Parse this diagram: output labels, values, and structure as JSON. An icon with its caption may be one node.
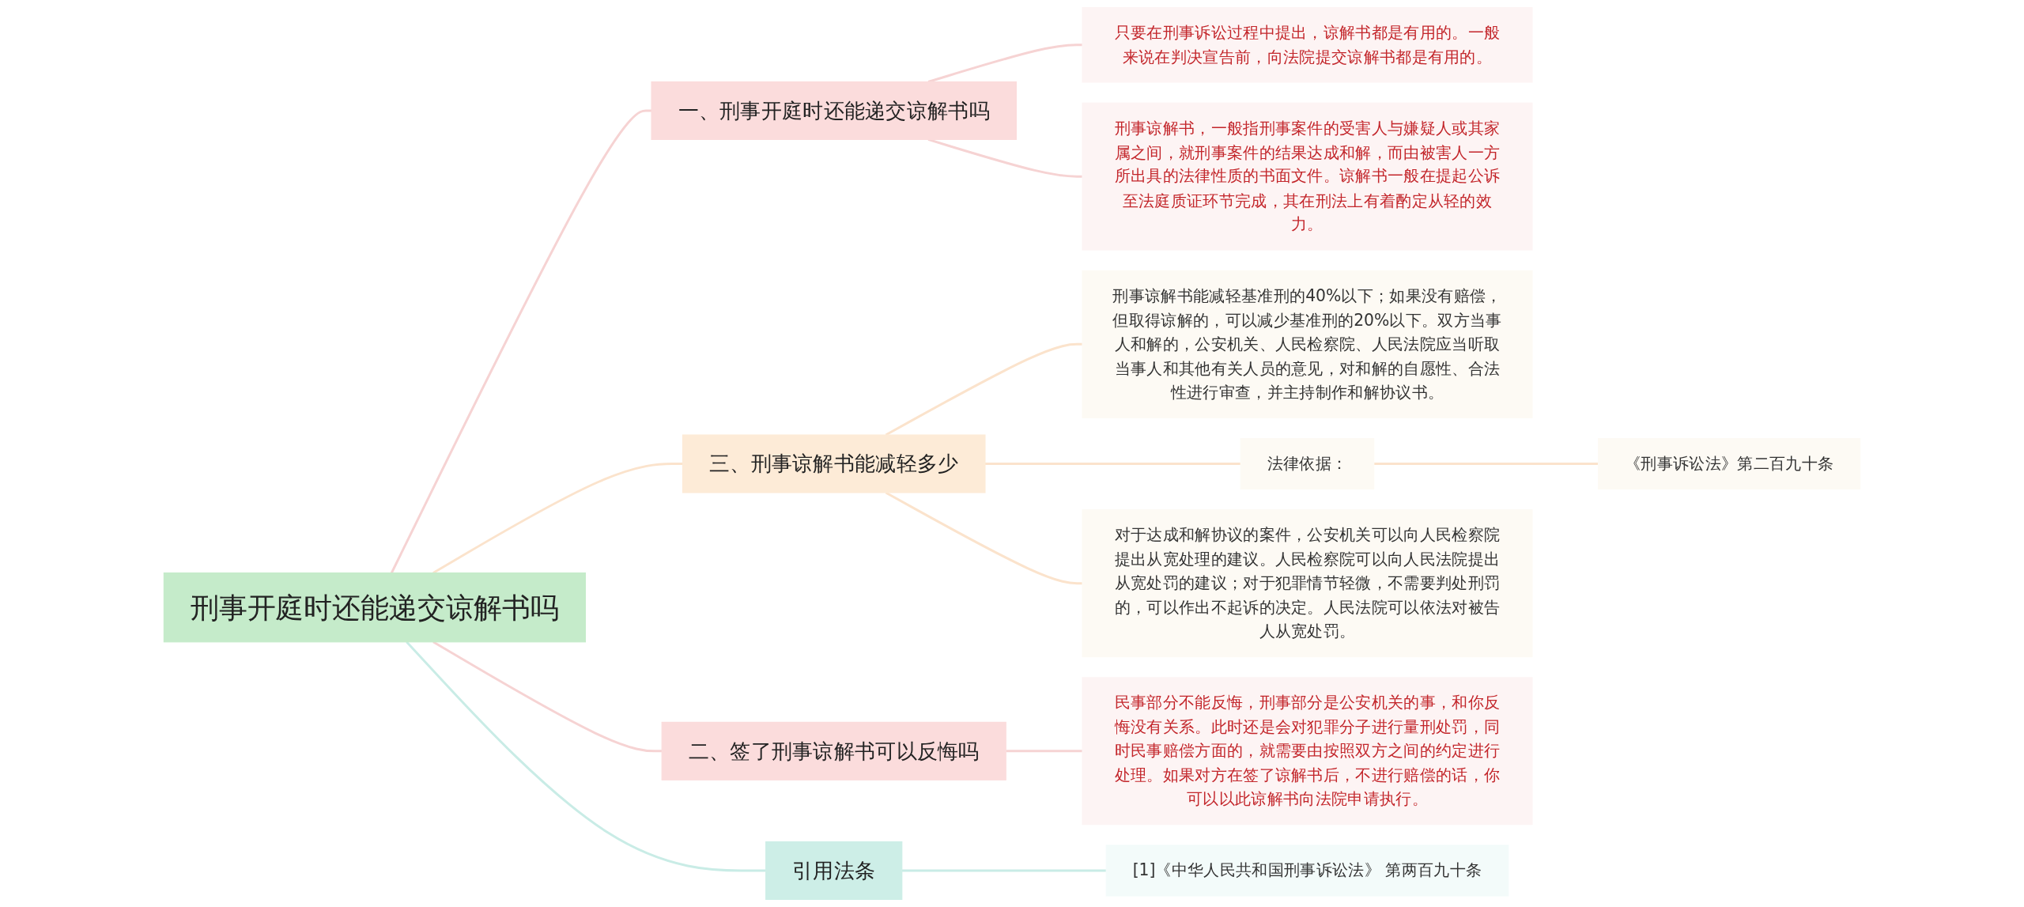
{
  "diagram": {
    "nodes": [
      {
        "text": [
          "刑事开庭时还能递交谅解书吗"
        ]
      },
      {
        "text": [
          "一、刑事开庭时还能递交谅解书吗"
        ]
      },
      {
        "text": [
          "只要在刑事诉讼过程中提出，谅解书都是有用的。一般来说在判决宣告前，向法院提交谅解书都是有用的。"
        ]
      },
      {
        "text": [
          "刑事谅解书，一般指刑事案件的受害人与嫌疑人或其家属之间，就刑事案件的结果达成和解，而由被害人一方所出具的法律性质的书面文件。谅解书一般在提起公诉至法庭质证环节完成，其在刑法上有着酌定从轻的效力。"
        ]
      },
      {
        "text": [
          "三、刑事谅解书能减轻多少"
        ]
      },
      {
        "text": [
          "刑事谅解书能减轻基准刑的40%以下；如果没有赔偿，但取得谅解的，可以减少基准刑的20%以下。双方当事人和解的，公安机关、人民检察院、人民法院应当听取当事人和其他有关人员的意见，对和解的自愿性、合法性进行审查，并主持制作和解协议书。"
        ]
      },
      {
        "text": [
          "法律依据："
        ]
      },
      {
        "text": [
          "《刑事诉讼法》第二百九十条"
        ]
      },
      {
        "text": [
          "对于达成和解协议的案件，公安机关可以向人民检察院提出从宽处理的建议。人民检察院可以向人民法院提出从宽处罚的建议；对于犯罪情节轻微，不需要判处刑罚的，可以作出不起诉的决定。人民法院可以依法对被告人从宽处罚。"
        ]
      },
      {
        "text": [
          "二、签了刑事谅解书可以反悔吗"
        ]
      },
      {
        "text": [
          "民事部分不能反悔，刑事部分是公安机关的事，和你反悔没有关系。此时还是会对犯罪分子进行量刑处罚，同时民事赔偿方面的，就需要由按照双方之间的约定进行处理。如果对方在签了谅解书后，不进行赔偿的话，你可以以此谅解书向法院申请执行。"
        ]
      },
      {
        "text": [
          "引用法条"
        ]
      },
      {
        "text": [
          "[1]《中华人民共和国刑事诉讼法》 第两百九十条"
        ]
      }
    ],
    "edges": [
      {
        "from": 0,
        "to": 1,
        "arrow": "none",
        "color": "#f6d3d3"
      },
      {
        "from": 1,
        "to": 2,
        "arrow": "none",
        "color": "#f6d3d3"
      },
      {
        "from": 1,
        "to": 3,
        "arrow": "none",
        "color": "#f6d3d3"
      },
      {
        "from": 0,
        "to": 4,
        "arrow": "none",
        "color": "#fbe3cc"
      },
      {
        "from": 4,
        "to": 5,
        "arrow": "none",
        "color": "#fbe3cc"
      },
      {
        "from": 4,
        "to": 6,
        "arrow": "none",
        "color": "#fbe3cc"
      },
      {
        "from": 6,
        "to": 7,
        "arrow": "none",
        "color": "#fbe3cc"
      },
      {
        "from": 4,
        "to": 8,
        "arrow": "none",
        "color": "#fbe3cc"
      },
      {
        "from": 0,
        "to": 9,
        "arrow": "none",
        "color": "#f6d3d3"
      },
      {
        "from": 9,
        "to": 10,
        "arrow": "none",
        "color": "#f6d3d3"
      },
      {
        "from": 0,
        "to": 11,
        "arrow": "none",
        "color": "#c9ece6"
      },
      {
        "from": 11,
        "to": 12,
        "arrow": "none",
        "color": "#c9ece6"
      }
    ]
  }
}
